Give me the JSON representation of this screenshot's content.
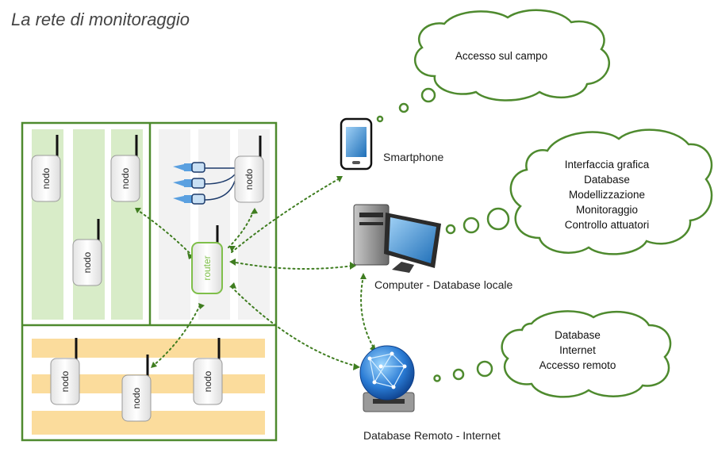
{
  "title": "La rete di monitoraggio",
  "nodes": {
    "node_label": "nodo",
    "router_label": "router"
  },
  "devices": {
    "smartphone": "Smartphone",
    "computer": "Computer - Database locale",
    "remote_db": "Database Remoto -  Internet"
  },
  "clouds": {
    "field": {
      "lines": [
        "Accesso sul campo"
      ]
    },
    "local": {
      "lines": [
        "Interfaccia grafica",
        "Database",
        "Modellizzazione",
        "Monitoraggio",
        "Controllo attuatori"
      ]
    },
    "remote": {
      "lines": [
        "Database",
        "Internet",
        "Accesso remoto"
      ]
    }
  },
  "colors": {
    "frame_green": "#4e8a2e",
    "strip_green": "#d8ecc8",
    "strip_orange": "#fbdc9c",
    "link_green": "#3f7d20",
    "sensor_blue": "#3c6fb0"
  }
}
